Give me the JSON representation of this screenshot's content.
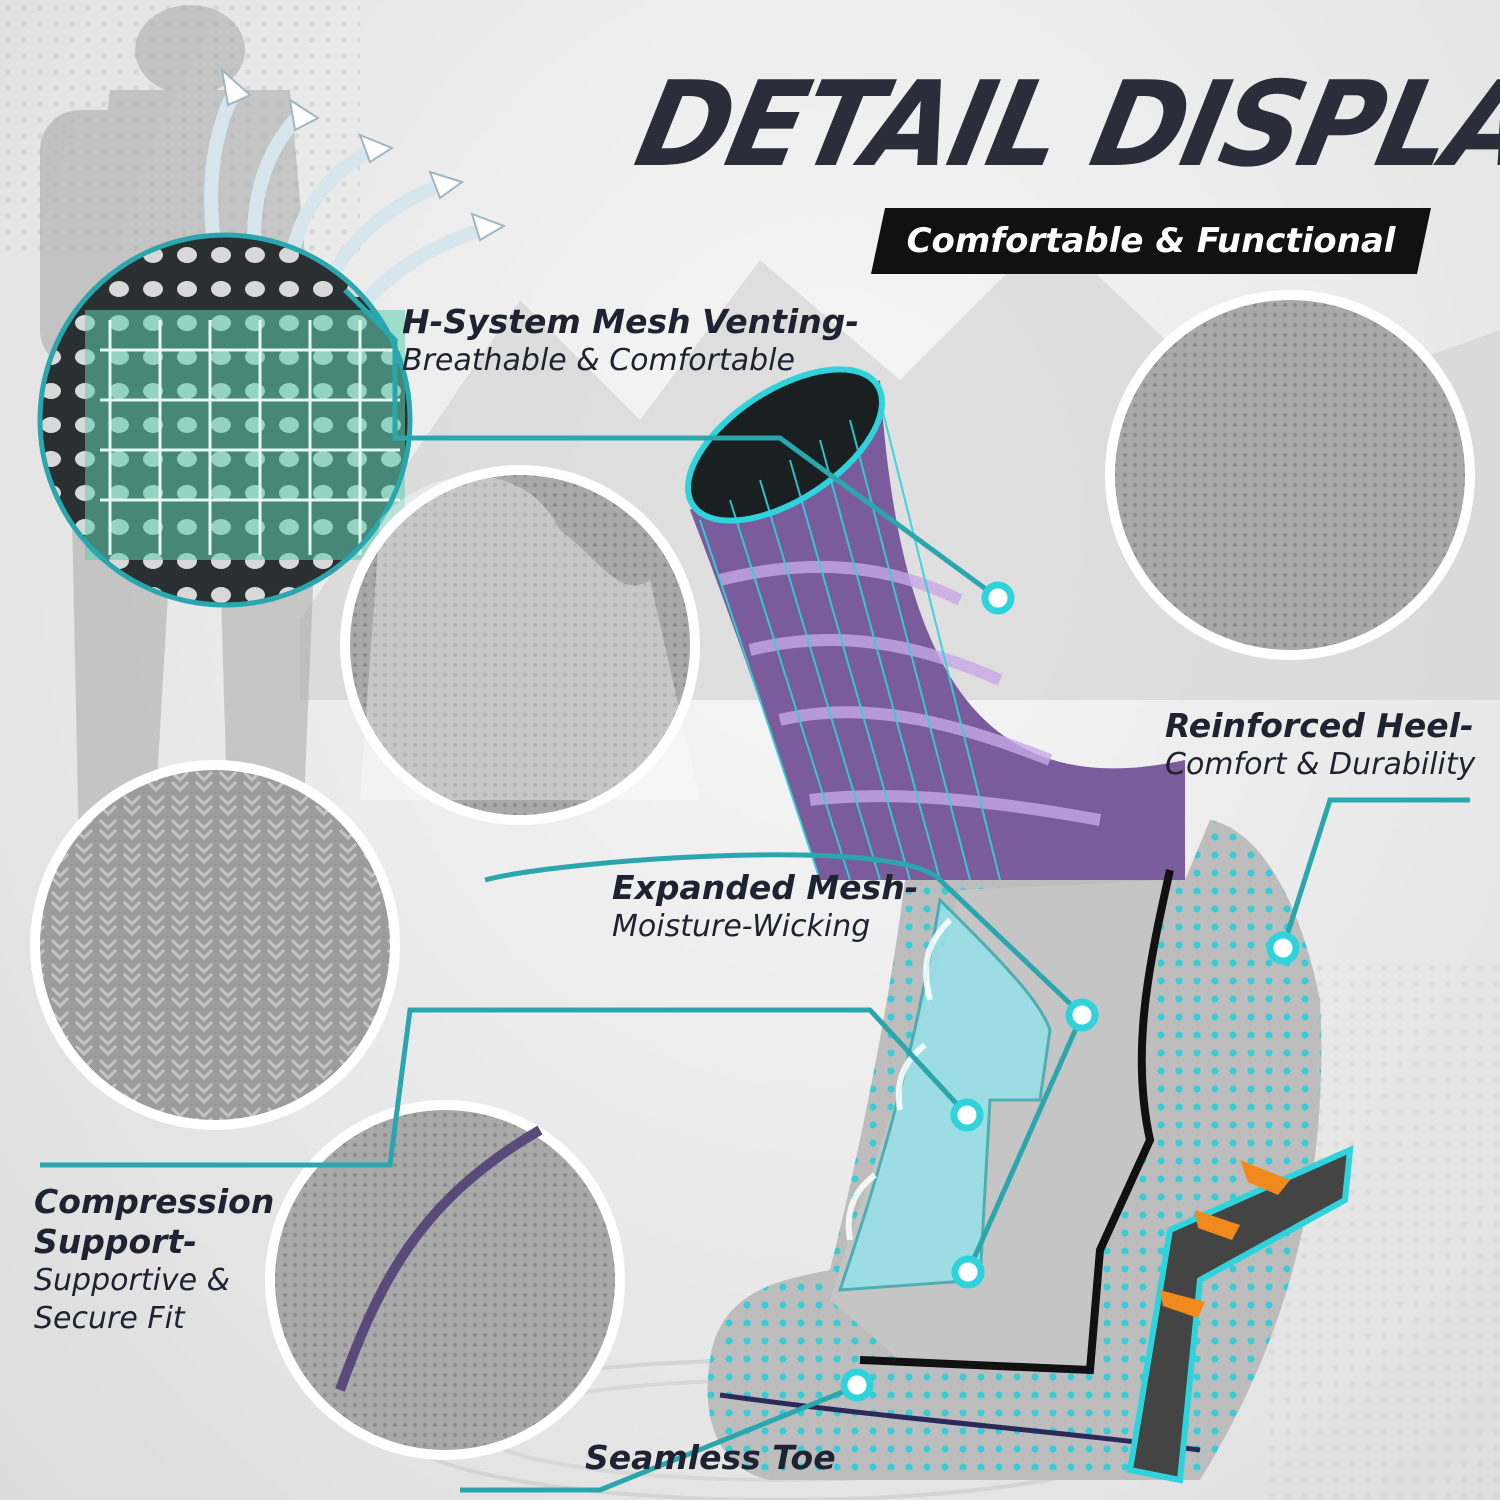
{
  "title": "DETAIL DISPLAY",
  "subtitle": "Comfortable & Functional",
  "features": {
    "mesh_venting": {
      "heading": "H-System Mesh Venting-",
      "sub": "Breathable & Comfortable"
    },
    "reinforced_heel": {
      "heading": "Reinforced Heel-",
      "sub": "Comfort & Durability"
    },
    "expanded_mesh": {
      "heading": "Expanded Mesh-",
      "sub": "Moisture-Wicking"
    },
    "compression": {
      "heading1": "Compression",
      "heading2": "Support-",
      "sub1": "Supportive &",
      "sub2": "Secure Fit"
    },
    "seamless_toe": {
      "heading": "Seamless Toe"
    }
  },
  "colors": {
    "accent": "#2aa6ad",
    "dot": "#2ed3dc",
    "title": "#2b2d3b",
    "sock_gray": "#b9b9b9",
    "sock_purple": "#6a4f8f"
  }
}
